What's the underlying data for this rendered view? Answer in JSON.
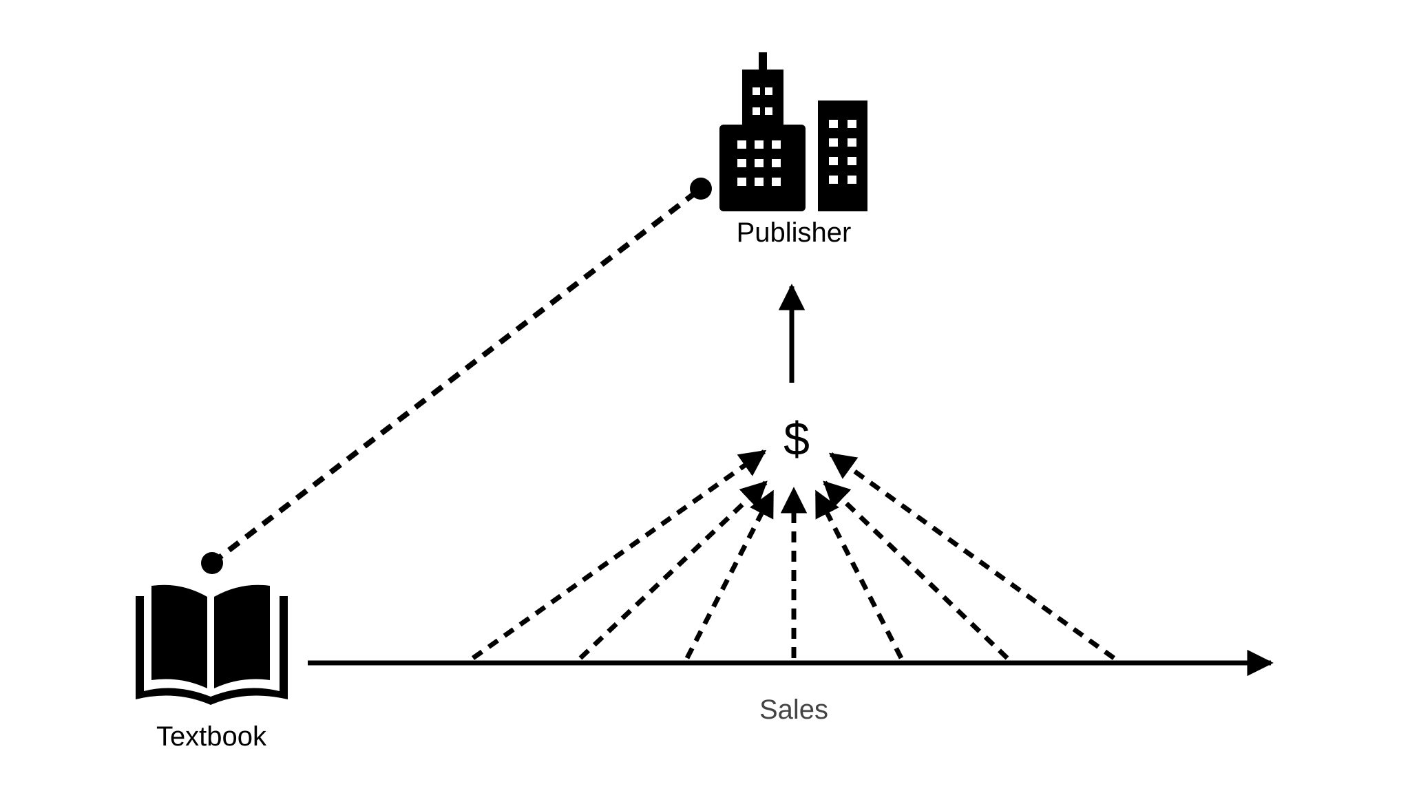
{
  "diagram": {
    "publisher": {
      "label": "Publisher",
      "icon": "building-icon"
    },
    "textbook": {
      "label": "Textbook",
      "icon": "open-book-icon"
    },
    "money": {
      "symbol": "$"
    },
    "sales": {
      "label": "Sales"
    },
    "colors": {
      "ink": "#000000",
      "muted_label": "#444444",
      "background": "#ffffff"
    }
  }
}
